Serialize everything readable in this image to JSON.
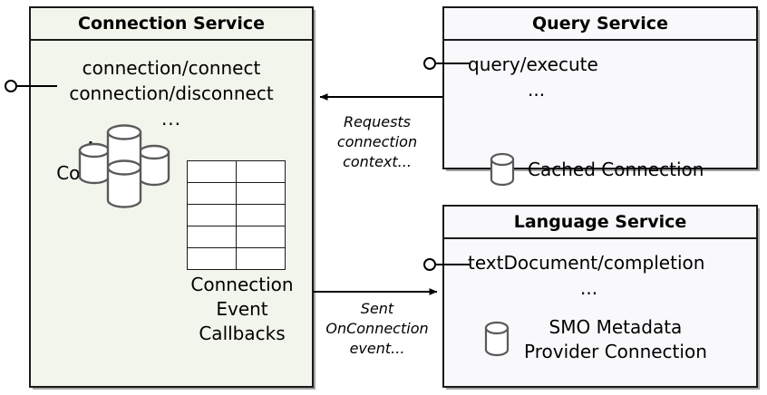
{
  "diagram": {
    "type": "uml-component-diagram",
    "title": "Connection Service architecture",
    "colors": {
      "connection_service_fill": "#f2f5ec",
      "service_fill": "#f9f9fc",
      "stroke": "#1a1a1a",
      "icon_stroke": "#5a5a5a",
      "page_background": "#ffffff"
    }
  },
  "connection_service": {
    "title": "Connection Service",
    "endpoints": [
      "connection/connect",
      "connection/disconnect"
    ],
    "endpoints_ellipsis": "...",
    "active_connections_label": "Active\nConnections",
    "active_connections_label_line1": "Active",
    "active_connections_label_line2": "Connections",
    "active_connections_icon": "database-cluster-icon",
    "callbacks_label_line1": "Connection",
    "callbacks_label_line2": "Event",
    "callbacks_label_line3": "Callbacks",
    "callbacks_table": {
      "rows": 5,
      "columns": 2
    },
    "provided_interface": {
      "icon": "lollipop-interface-icon",
      "label": ""
    }
  },
  "query_service": {
    "title": "Query Service",
    "endpoints": [
      "query/execute"
    ],
    "endpoints_ellipsis": "...",
    "cached_connection_label": "Cached Connection",
    "cached_connection_icon": "database-cylinder-icon",
    "provided_interface": {
      "icon": "lollipop-interface-icon",
      "label": ""
    }
  },
  "language_service": {
    "title": "Language Service",
    "endpoints": [
      "textDocument/completion"
    ],
    "endpoints_ellipsis": "...",
    "smo_label_line1": "SMO Metadata",
    "smo_label_line2": "Provider Connection",
    "smo_icon": "database-cylinder-icon",
    "provided_interface": {
      "icon": "lollipop-interface-icon",
      "label": ""
    }
  },
  "connectors": [
    {
      "id": "query-to-connection",
      "from": "query_service",
      "to": "connection_service",
      "direction": "right-to-left",
      "label_line1": "Requests",
      "label_line2": "connection",
      "label_line3": "context...",
      "label_full": "Requests connection context..."
    },
    {
      "id": "connection-to-language",
      "from": "connection_service",
      "to": "language_service",
      "direction": "left-to-right",
      "label_line1": "Sent",
      "label_line2": "OnConnection",
      "label_line3": "event...",
      "label_full": "Sent OnConnection event..."
    }
  ]
}
